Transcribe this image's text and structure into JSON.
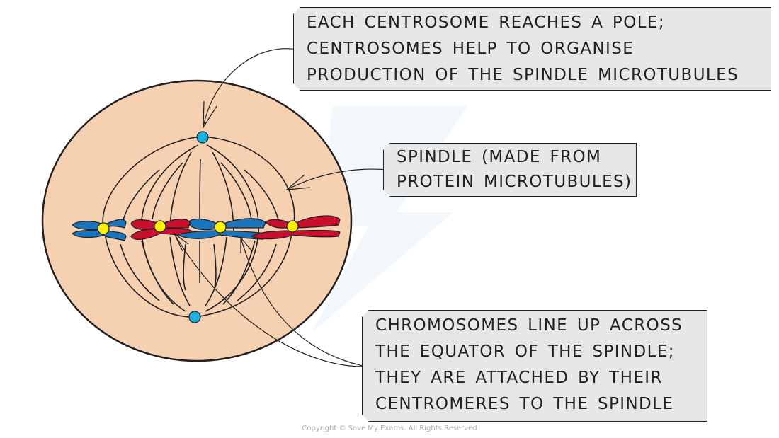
{
  "diagram": {
    "title": "Metaphase of mitosis",
    "labels": {
      "centrosome": {
        "lines": [
          "EACH CENTROSOME REACHES A POLE;",
          "CENTROSOMES HELP TO ORGANISE",
          "PRODUCTION OF THE SPINDLE MICROTUBULES"
        ]
      },
      "spindle": {
        "lines": [
          "SPINDLE (MADE FROM",
          "PROTEIN MICROTUBULES)"
        ]
      },
      "chromosomes": {
        "lines": [
          "CHROMOSOMES LINE UP ACROSS",
          "THE EQUATOR OF THE SPINDLE;",
          "THEY ARE ATTACHED BY  THEIR",
          "CENTROMERES TO THE SPINDLE"
        ]
      }
    },
    "colors": {
      "cytoplasm": "#f6d1b1",
      "outline": "#231f20",
      "centrosome": "#1ab0e0",
      "centromere": "#fff200",
      "chromatid_blue": "#1b75bc",
      "chromatid_red": "#c8102e",
      "label_fill": "#e6e7e8"
    },
    "copyright": "Copyright © Save My Exams. All Rights Reserved"
  }
}
